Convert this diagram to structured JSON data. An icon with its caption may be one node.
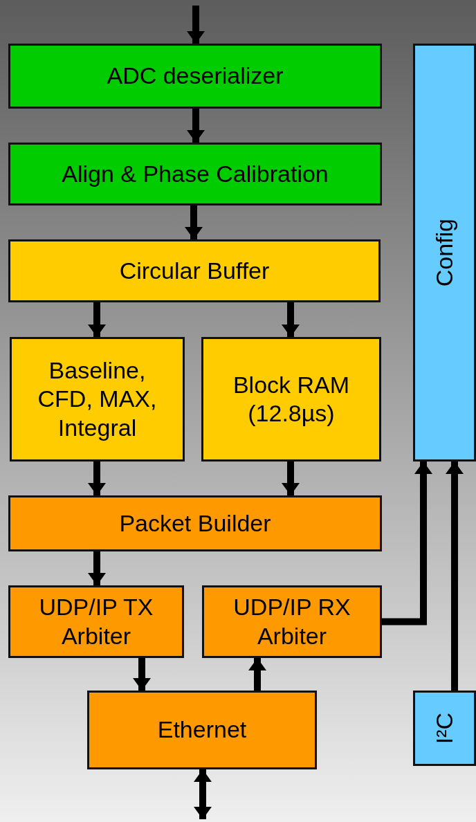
{
  "diagram": {
    "nodes": [
      {
        "text": [
          "ADC deserializer"
        ]
      },
      {
        "text": [
          "Align & Phase Calibration"
        ]
      },
      {
        "text": [
          "Circular Buffer"
        ]
      },
      {
        "text": [
          "Baseline, CFD, MAX, Integral"
        ]
      },
      {
        "text": [
          "Block RAM (12.8µs)"
        ]
      },
      {
        "text": [
          "Packet Builder"
        ]
      },
      {
        "text": [
          "UDP/IP TX Arbiter"
        ]
      },
      {
        "text": [
          "UDP/IP RX Arbiter"
        ]
      },
      {
        "text": [
          "Ethernet"
        ]
      },
      {
        "text": [
          "Config"
        ]
      },
      {
        "text": [
          "I²C"
        ]
      }
    ],
    "edges": [
      {
        "from": null,
        "to": 0,
        "arrow": "to"
      },
      {
        "from": 0,
        "to": 1,
        "arrow": "to"
      },
      {
        "from": 1,
        "to": 2,
        "arrow": "to"
      },
      {
        "from": 2,
        "to": 3,
        "arrow": "to"
      },
      {
        "from": 2,
        "to": 4,
        "arrow": "to"
      },
      {
        "from": 3,
        "to": 5,
        "arrow": "to"
      },
      {
        "from": 4,
        "to": 5,
        "arrow": "to"
      },
      {
        "from": 5,
        "to": 6,
        "arrow": "to"
      },
      {
        "from": 6,
        "to": 8,
        "arrow": "to"
      },
      {
        "from": 8,
        "to": 7,
        "arrow": "to"
      },
      {
        "from": 7,
        "to": 9,
        "arrow": "to"
      },
      {
        "from": 10,
        "to": 9,
        "arrow": "to"
      },
      {
        "from": 8,
        "to": null,
        "arrow": "both"
      }
    ]
  }
}
